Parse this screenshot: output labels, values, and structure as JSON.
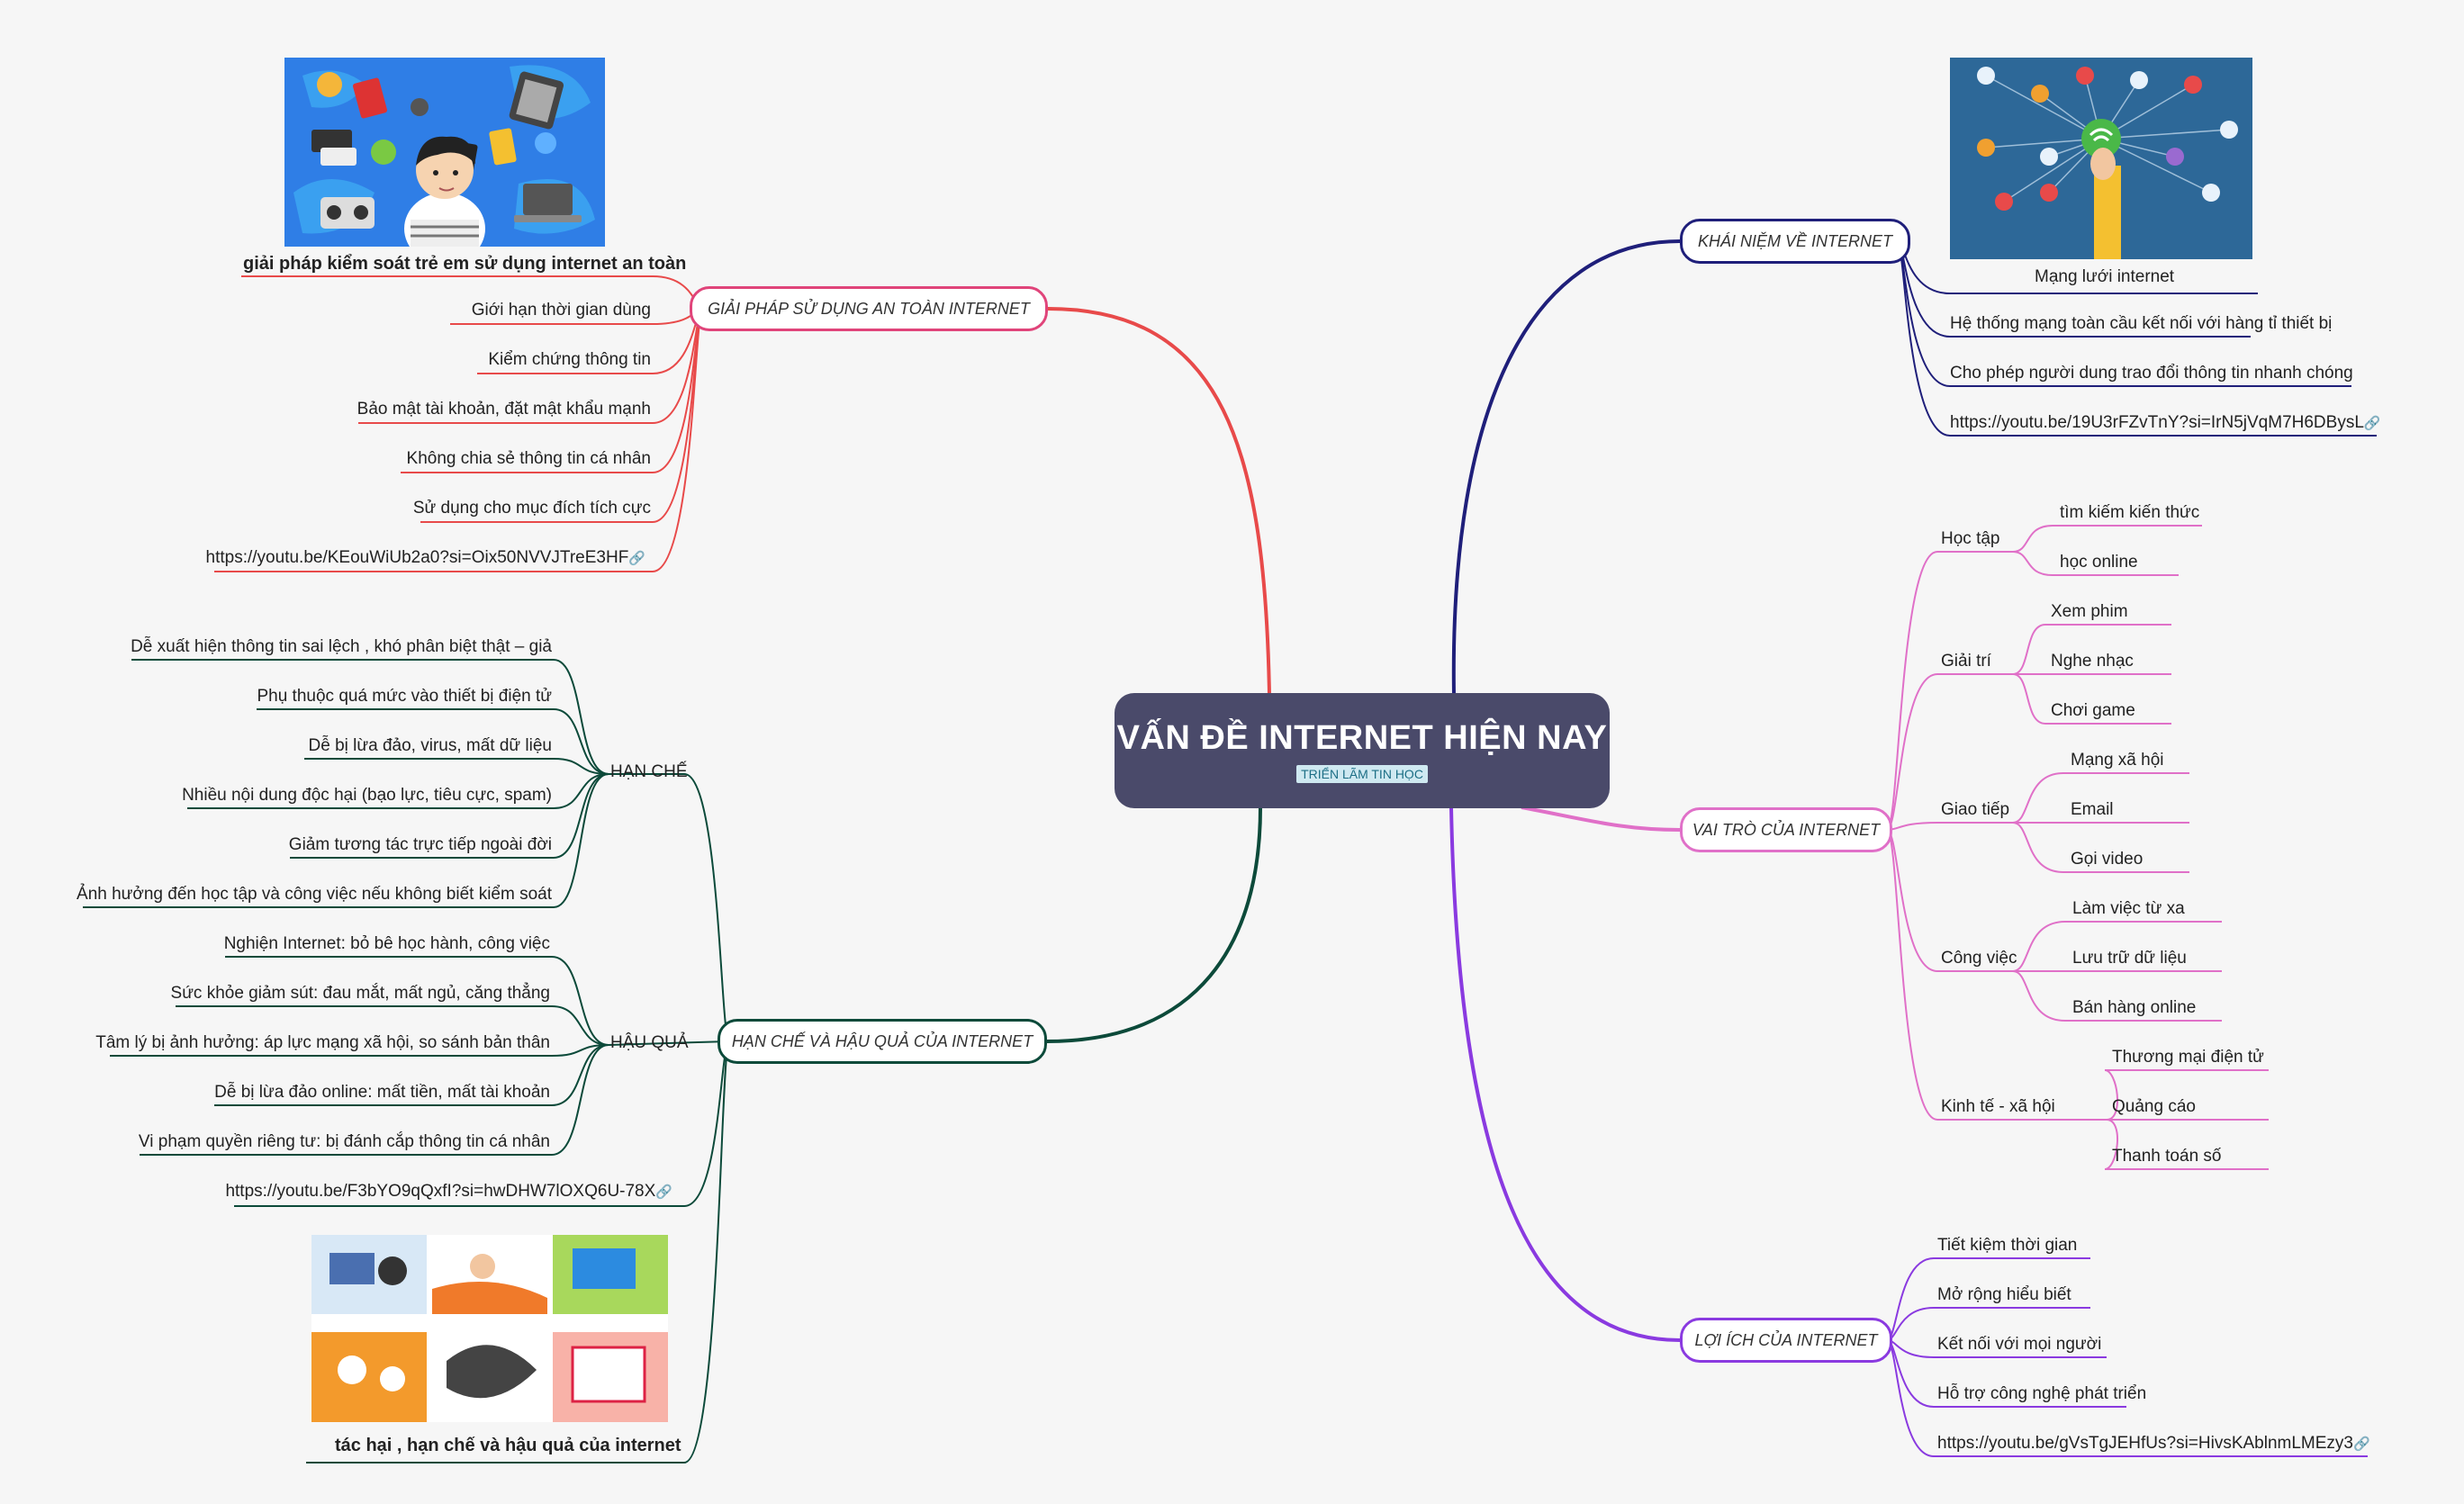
{
  "center": {
    "title": "VẤN ĐỀ INTERNET HIỆN NAY",
    "tag": "TRIỂN LÃM TIN HỌC"
  },
  "safety": {
    "title": "GIẢI PHÁP SỬ DỤNG AN TOÀN INTERNET",
    "image_caption": "giải pháp kiểm soát trẻ em sử dụng internet an toàn",
    "items": [
      "Giới hạn thời gian dùng",
      "Kiểm chứng thông tin",
      "Bảo mật tài khoản, đặt mật khẩu mạnh",
      "Không chia sẻ thông tin cá nhân",
      "Sử dụng cho mục đích tích cực"
    ],
    "link": "https://youtu.be/KEouWiUb2a0?si=Oix50NVVJTreE3HF",
    "color": "#e84a4a"
  },
  "limits": {
    "title": "HẠN CHẾ VÀ HẬU QUẢ CỦA INTERNET",
    "han_che": {
      "label": "HẠN CHẾ",
      "items": [
        "Dễ xuất hiện thông tin sai lệch , khó phân biệt thật – giả",
        "Phụ thuộc quá mức vào thiết bị điện tử",
        "Dễ bị lừa đảo, virus, mất dữ liệu",
        "Nhiều nội dung độc hại (bạo lực, tiêu cực, spam)",
        "Giảm tương tác trực tiếp ngoài đời",
        "Ảnh hưởng đến học tập và công việc nếu không biết kiểm soát"
      ]
    },
    "hau_qua": {
      "label": "HẬU QUẢ",
      "items": [
        "Nghiện Internet: bỏ bê học hành, công việc",
        "Sức khỏe giảm sút: đau mắt, mất ngủ, căng thẳng",
        "Tâm lý bị ảnh hưởng: áp lực mạng xã hội, so sánh bản thân",
        "Dễ bị lừa đảo online: mất tiền, mất tài khoản",
        "Vi phạm quyền riêng tư: bị đánh cắp thông tin cá nhân"
      ]
    },
    "link": "https://youtu.be/F3bYO9qQxfI?si=hwDHW7lOXQ6U-78X",
    "image_caption": "tác hại , hạn chế và hậu quả của internet",
    "color": "#0c4a3a"
  },
  "concept": {
    "title": "KHÁI NIỆM VỀ INTERNET",
    "image_caption": "Mạng lưới internet",
    "items": [
      "Hệ thống mạng toàn cầu kết nối với hàng tỉ thiết bị",
      "Cho phép người dung trao đổi thông tin nhanh chóng"
    ],
    "link": "https://youtu.be/19U3rFZvTnY?si=IrN5jVqM7H6DBysL",
    "color": "#1f1f7a"
  },
  "roles": {
    "title": "VAI TRÒ CỦA INTERNET",
    "groups": [
      {
        "label": "Học tập",
        "items": [
          "tìm kiếm kiến thức",
          "học online"
        ]
      },
      {
        "label": "Giải trí",
        "items": [
          "Xem phim",
          "Nghe nhạc",
          "Chơi game"
        ]
      },
      {
        "label": "Giao tiếp",
        "items": [
          "Mạng xã hội",
          "Email",
          "Gọi video"
        ]
      },
      {
        "label": "Công việc",
        "items": [
          "Làm việc từ xa",
          "Lưu trữ dữ liệu",
          "Bán hàng online"
        ]
      },
      {
        "label": "Kinh tế - xã hội",
        "items": [
          "Thương mại điện tử",
          "Quảng cáo",
          "Thanh toán số"
        ]
      }
    ],
    "color": "#e070c8"
  },
  "benefits": {
    "title": "LỢI ÍCH CỦA INTERNET",
    "items": [
      "Tiết kiệm thời gian",
      "Mở rộng hiểu biết",
      "Kết nối với mọi người",
      "Hỗ trợ công nghệ phát triển"
    ],
    "link": "https://youtu.be/gVsTgJEHfUs?si=HivsKAblnmLMEzy3",
    "color": "#8a3ae0"
  },
  "icons": {
    "link": "link-icon"
  }
}
